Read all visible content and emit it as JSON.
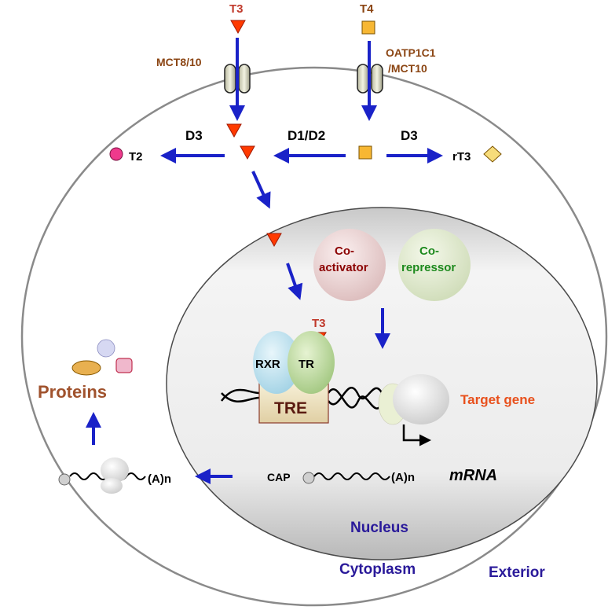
{
  "hormones": {
    "t3_top": "T3",
    "t4_top": "T4",
    "t2": "T2",
    "rt3": "rT3",
    "t3_receptor": "T3"
  },
  "transporters": {
    "left": "MCT8/10",
    "right_line1": "OATP1C1",
    "right_line2": "/MCT10"
  },
  "enzymes": {
    "d3_left": "D3",
    "d1_d2": "D1/D2",
    "d3_right": "D3"
  },
  "cofactors": {
    "coactivator_line1": "Co-",
    "coactivator_line2": "activator",
    "corepressor_line1": "Co-",
    "corepressor_line2": "repressor"
  },
  "receptors": {
    "rxr": "RXR",
    "tr": "TR",
    "tre": "TRE"
  },
  "labels": {
    "target_gene": "Target gene",
    "cap": "CAP",
    "polya_nucleus": "(A)n",
    "polya_cytoplasm": "(A)n",
    "mrna": "mRNA",
    "proteins": "Proteins",
    "nucleus": "Nucleus",
    "cytoplasm": "Cytoplasm",
    "exterior": "Exterior"
  },
  "colors": {
    "arrow": "#1a22c8",
    "t3": "#ff3a00",
    "t4": "#f7b733",
    "compartment_text": "#2a1a9a",
    "hormone_label": "#c0392b",
    "transporter_label": "#8b4513",
    "target_gene": "#e8501c",
    "coactivator": "#8b0000",
    "corepressor": "#1e8a1e",
    "proteins": "#a0522d"
  }
}
